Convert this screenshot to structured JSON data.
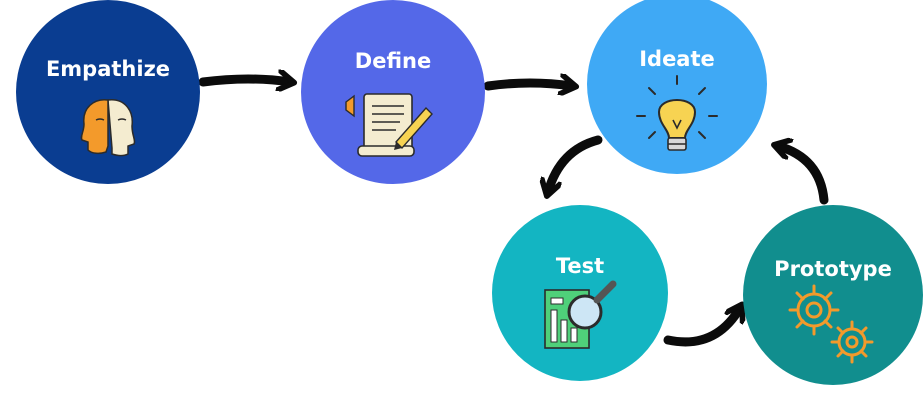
{
  "diagram": {
    "stages": [
      {
        "id": "empathize",
        "label": "Empathize",
        "color": "#0a3d91",
        "icon": "two-faces-icon"
      },
      {
        "id": "define",
        "label": "Define",
        "color": "#5468e8",
        "icon": "document-pen-icon"
      },
      {
        "id": "ideate",
        "label": "Ideate",
        "color": "#3fa9f5",
        "icon": "lightbulb-icon"
      },
      {
        "id": "test",
        "label": "Test",
        "color": "#13b5c2",
        "icon": "magnifier-chart-icon"
      },
      {
        "id": "prototype",
        "label": "Prototype",
        "color": "#118e8e",
        "icon": "gears-icon"
      }
    ],
    "connectors": [
      {
        "from": "empathize",
        "to": "define"
      },
      {
        "from": "define",
        "to": "ideate"
      },
      {
        "from": "ideate",
        "to": "test"
      },
      {
        "from": "test",
        "to": "prototype"
      },
      {
        "from": "prototype",
        "to": "ideate"
      }
    ],
    "colors": {
      "arrow": "#0b0b0b",
      "icon_orange": "#f39a2b",
      "icon_yellow": "#f7d352",
      "icon_cream": "#f4ecd0"
    }
  }
}
